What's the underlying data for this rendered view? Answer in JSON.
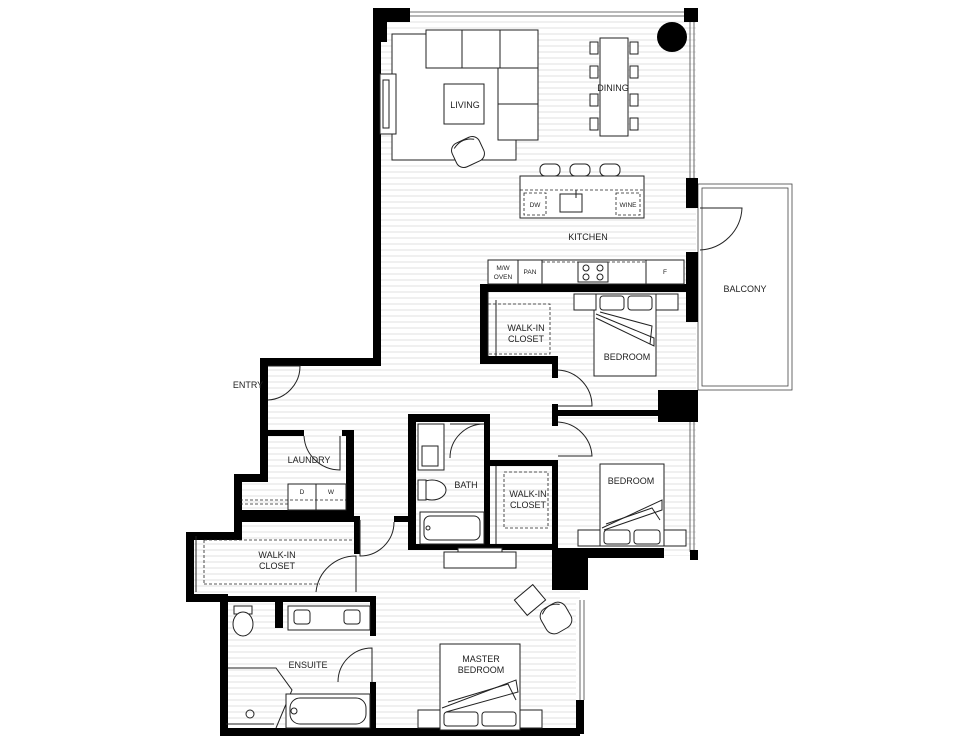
{
  "rooms": {
    "living": "LIVING",
    "dining": "DINING",
    "kitchen": "KITCHEN",
    "balcony": "BALCONY",
    "bedroom_1": "BEDROOM",
    "walkin_closet_1": [
      "WALK-IN",
      "CLOSET"
    ],
    "entry": "ENTRY",
    "bedroom_2": "BEDROOM",
    "walkin_closet_2": [
      "WALK-IN",
      "CLOSET"
    ],
    "laundry": "LAUNDRY",
    "bath": "BATH",
    "walkin_closet_3": [
      "WALK-IN",
      "CLOSET"
    ],
    "ensuite": "ENSUITE",
    "master_bedroom": [
      "MASTER",
      "BEDROOM"
    ]
  },
  "appliances": {
    "dishwasher": "DW",
    "wine": "WINE",
    "microwave_oven": [
      "M/W",
      "OVEN"
    ],
    "pantry": "PAN",
    "fridge": "F",
    "dryer": "D",
    "washer": "W"
  }
}
